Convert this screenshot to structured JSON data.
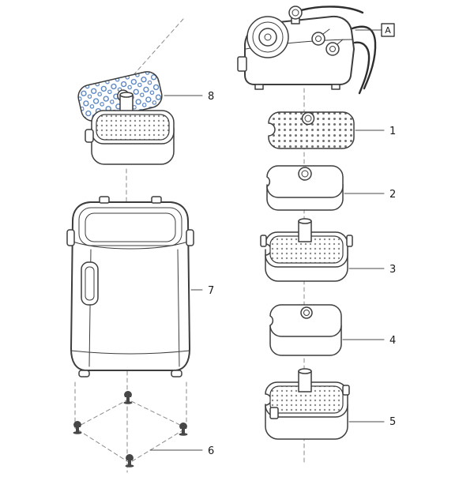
{
  "callouts": {
    "a": {
      "label": "A"
    },
    "n1": {
      "label": "1"
    },
    "n2": {
      "label": "2"
    },
    "n3": {
      "label": "3"
    },
    "n4": {
      "label": "4"
    },
    "n5": {
      "label": "5"
    },
    "n6": {
      "label": "6"
    },
    "n7": {
      "label": "7"
    },
    "n8": {
      "label": "8"
    }
  },
  "colors": {
    "outline": "#3d3d3d",
    "leader_line": "#4a4a4a",
    "dashed_line": "#8a8a8a",
    "bio_media_blue": "#4f7fc0",
    "hole_dot_gray": "#707070",
    "background": "#ffffff"
  }
}
